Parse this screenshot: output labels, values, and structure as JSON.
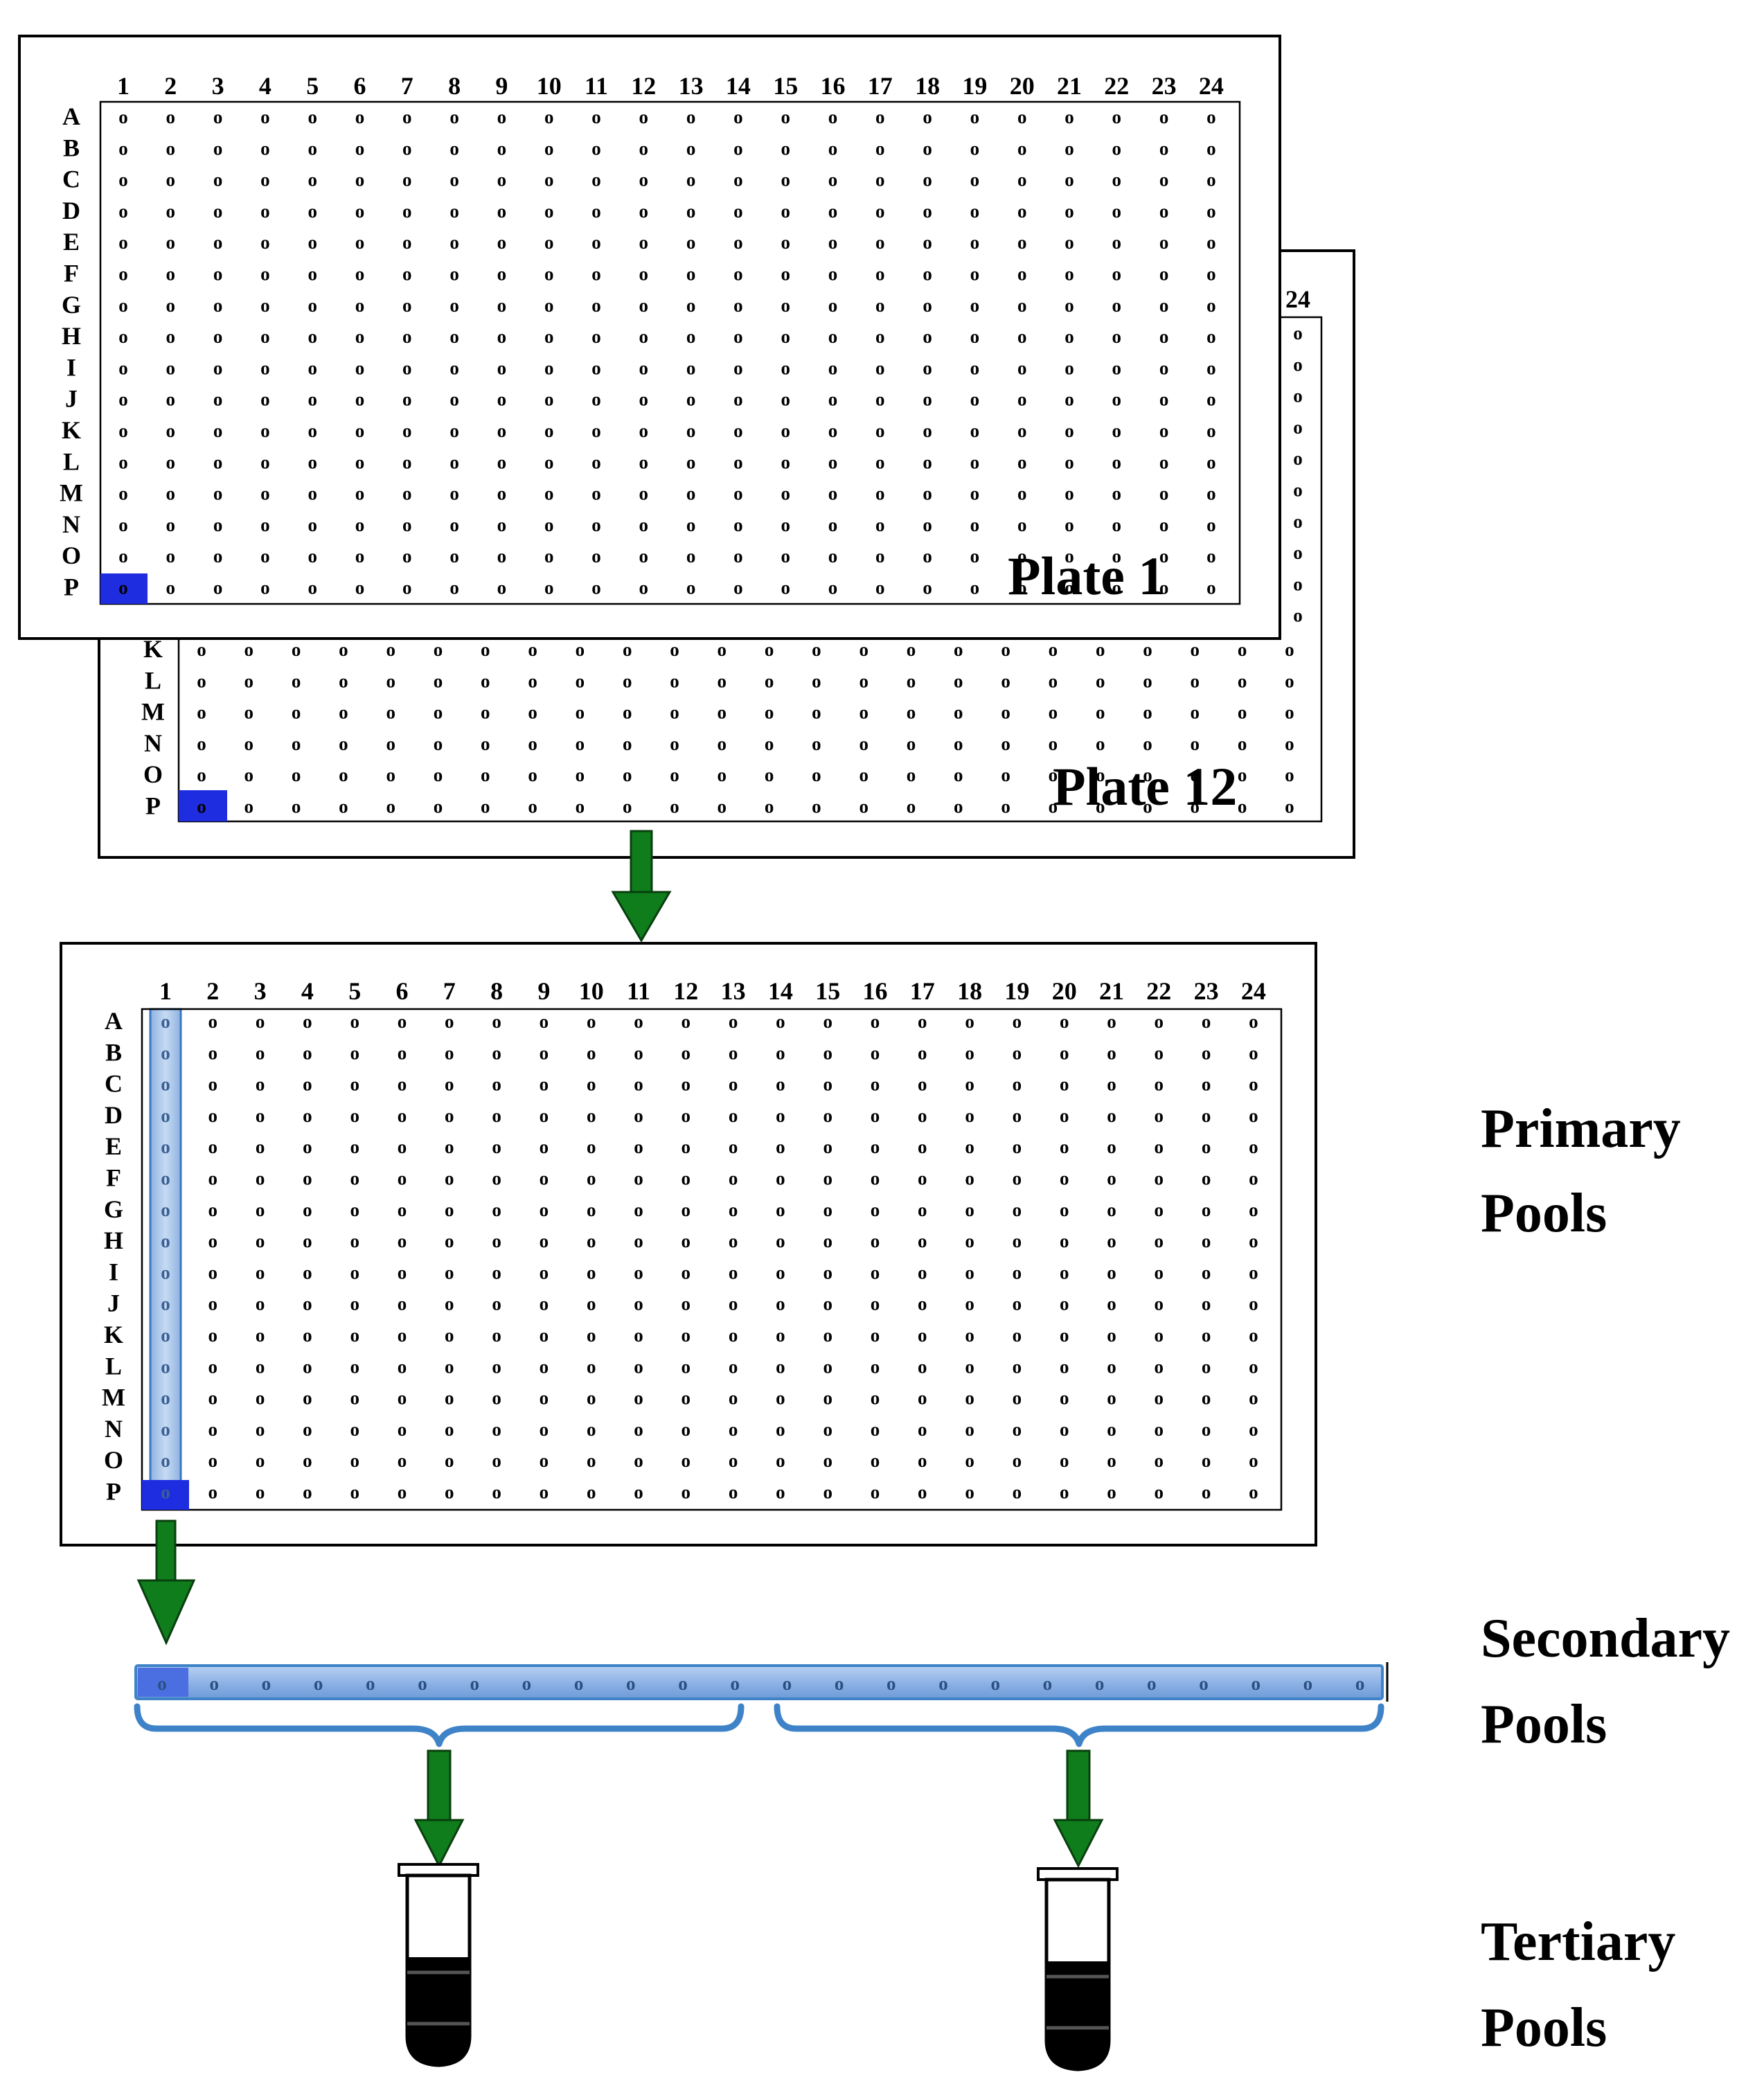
{
  "columns": [
    "1",
    "2",
    "3",
    "4",
    "5",
    "6",
    "7",
    "8",
    "9",
    "10",
    "11",
    "12",
    "13",
    "14",
    "15",
    "16",
    "17",
    "18",
    "19",
    "20",
    "21",
    "22",
    "23",
    "24"
  ],
  "rows": [
    "A",
    "B",
    "C",
    "D",
    "E",
    "F",
    "G",
    "H",
    "I",
    "J",
    "K",
    "L",
    "M",
    "N",
    "O",
    "P"
  ],
  "back_plate_visible_rows": [
    "K",
    "L",
    "M",
    "N",
    "O",
    "P"
  ],
  "back_plate_visible_column": "24",
  "well_symbol": "o",
  "secondary_well_count": 24,
  "plates": {
    "front_label": "Plate 1",
    "back_label": "Plate 12"
  },
  "stages": {
    "primary": [
      "Primary",
      "Pools"
    ],
    "secondary": [
      "Secondary",
      "Pools"
    ],
    "tertiary": [
      "Tertiary",
      "Pools"
    ]
  },
  "colors": {
    "highlight_well": "#1f2de0",
    "column_highlight": "#a9c8ec",
    "strip_fill": "#8fb4e6",
    "bracket": "#3e82c8",
    "arrow": "#0f7d1c",
    "tube": "#000000"
  }
}
